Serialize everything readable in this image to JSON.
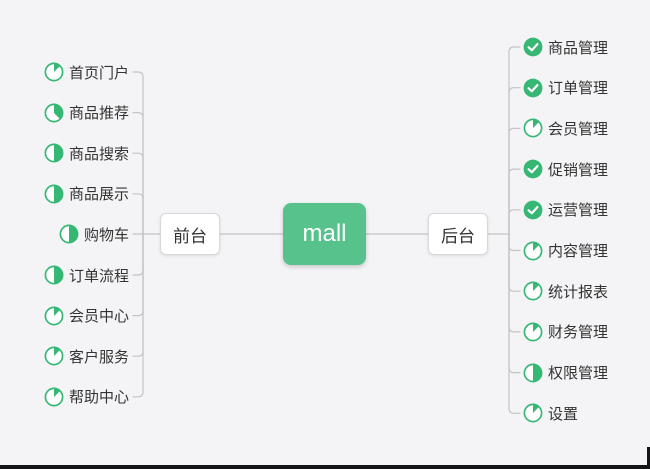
{
  "diagram": {
    "type": "mindmap",
    "root": {
      "label": "mall"
    },
    "branches": [
      {
        "label": "前台",
        "side": "left",
        "items": [
          {
            "label": "首页门户",
            "progress_percent": 12.5
          },
          {
            "label": "商品推荐",
            "progress_percent": 37.5
          },
          {
            "label": "商品搜索",
            "progress_percent": 50
          },
          {
            "label": "商品展示",
            "progress_percent": 50
          },
          {
            "label": "购物车",
            "progress_percent": 50
          },
          {
            "label": "订单流程",
            "progress_percent": 50
          },
          {
            "label": "会员中心",
            "progress_percent": 12.5
          },
          {
            "label": "客户服务",
            "progress_percent": 12.5
          },
          {
            "label": "帮助中心",
            "progress_percent": 12.5
          }
        ]
      },
      {
        "label": "后台",
        "side": "right",
        "items": [
          {
            "label": "商品管理",
            "progress_percent": 100
          },
          {
            "label": "订单管理",
            "progress_percent": 100
          },
          {
            "label": "会员管理",
            "progress_percent": 12.5
          },
          {
            "label": "促销管理",
            "progress_percent": 100
          },
          {
            "label": "运营管理",
            "progress_percent": 100
          },
          {
            "label": "内容管理",
            "progress_percent": 12.5
          },
          {
            "label": "统计报表",
            "progress_percent": 12.5
          },
          {
            "label": "财务管理",
            "progress_percent": 12.5
          },
          {
            "label": "权限管理",
            "progress_percent": 50
          },
          {
            "label": "设置",
            "progress_percent": 12.5
          }
        ]
      }
    ]
  },
  "colors": {
    "icon_green": "#36b874",
    "root_green": "#58c28d",
    "line_gray": "#c4c4c6",
    "text_dark": "#333333",
    "background": "#f4f4f6",
    "node_border": "#d8d8d8",
    "window_edge": "#141517"
  }
}
